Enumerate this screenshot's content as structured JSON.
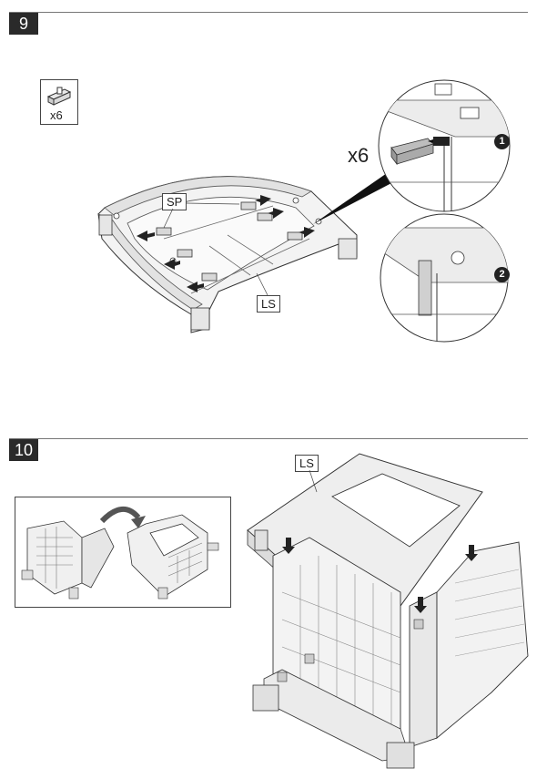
{
  "step9": {
    "number": "9",
    "part_qty": "x6",
    "detail_qty": "x6",
    "label_sp": "SP",
    "label_ls": "LS",
    "callout_1": "1",
    "callout_2": "2"
  },
  "step10": {
    "number": "10",
    "label_ls": "LS"
  },
  "icons": [
    "connector-part-icon",
    "insert-arrow-icon",
    "rotate-arrow-icon",
    "down-arrow-icon"
  ]
}
